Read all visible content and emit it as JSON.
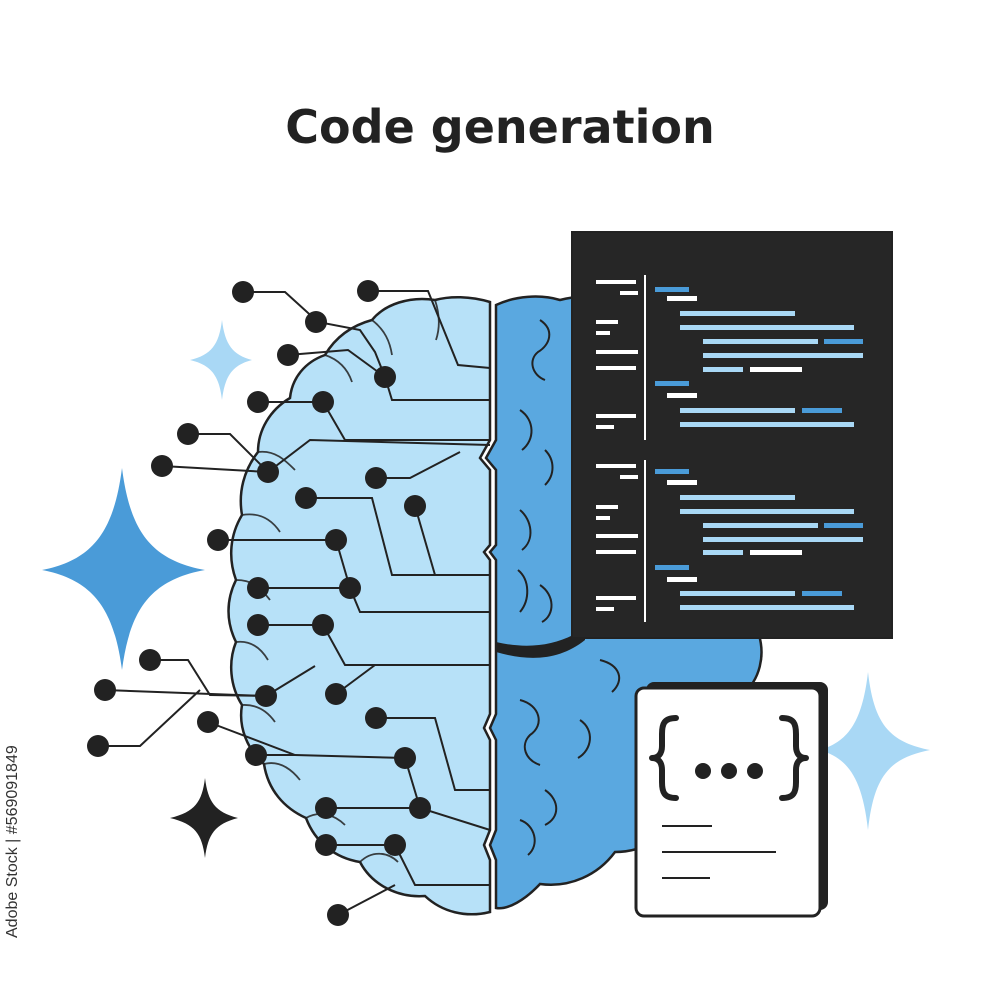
{
  "title": "Code generation",
  "stock_id": "Adobe Stock | #569091849",
  "colors": {
    "dark": "#222222",
    "left_brain": "#b7e1f8",
    "right_brain": "#5aa8e0",
    "accent_blue": "#4a9bd8",
    "pale_blue": "#a9d8f5",
    "code_line_light": "#a9d8f5",
    "code_line_accent": "#4a9bd8"
  },
  "icons": {
    "brace_card": "curly-braces-ellipsis",
    "sparkles": [
      "large-blue-sparkle",
      "small-blue-sparkle",
      "pale-blue-sparkle",
      "dark-sparkle"
    ]
  }
}
